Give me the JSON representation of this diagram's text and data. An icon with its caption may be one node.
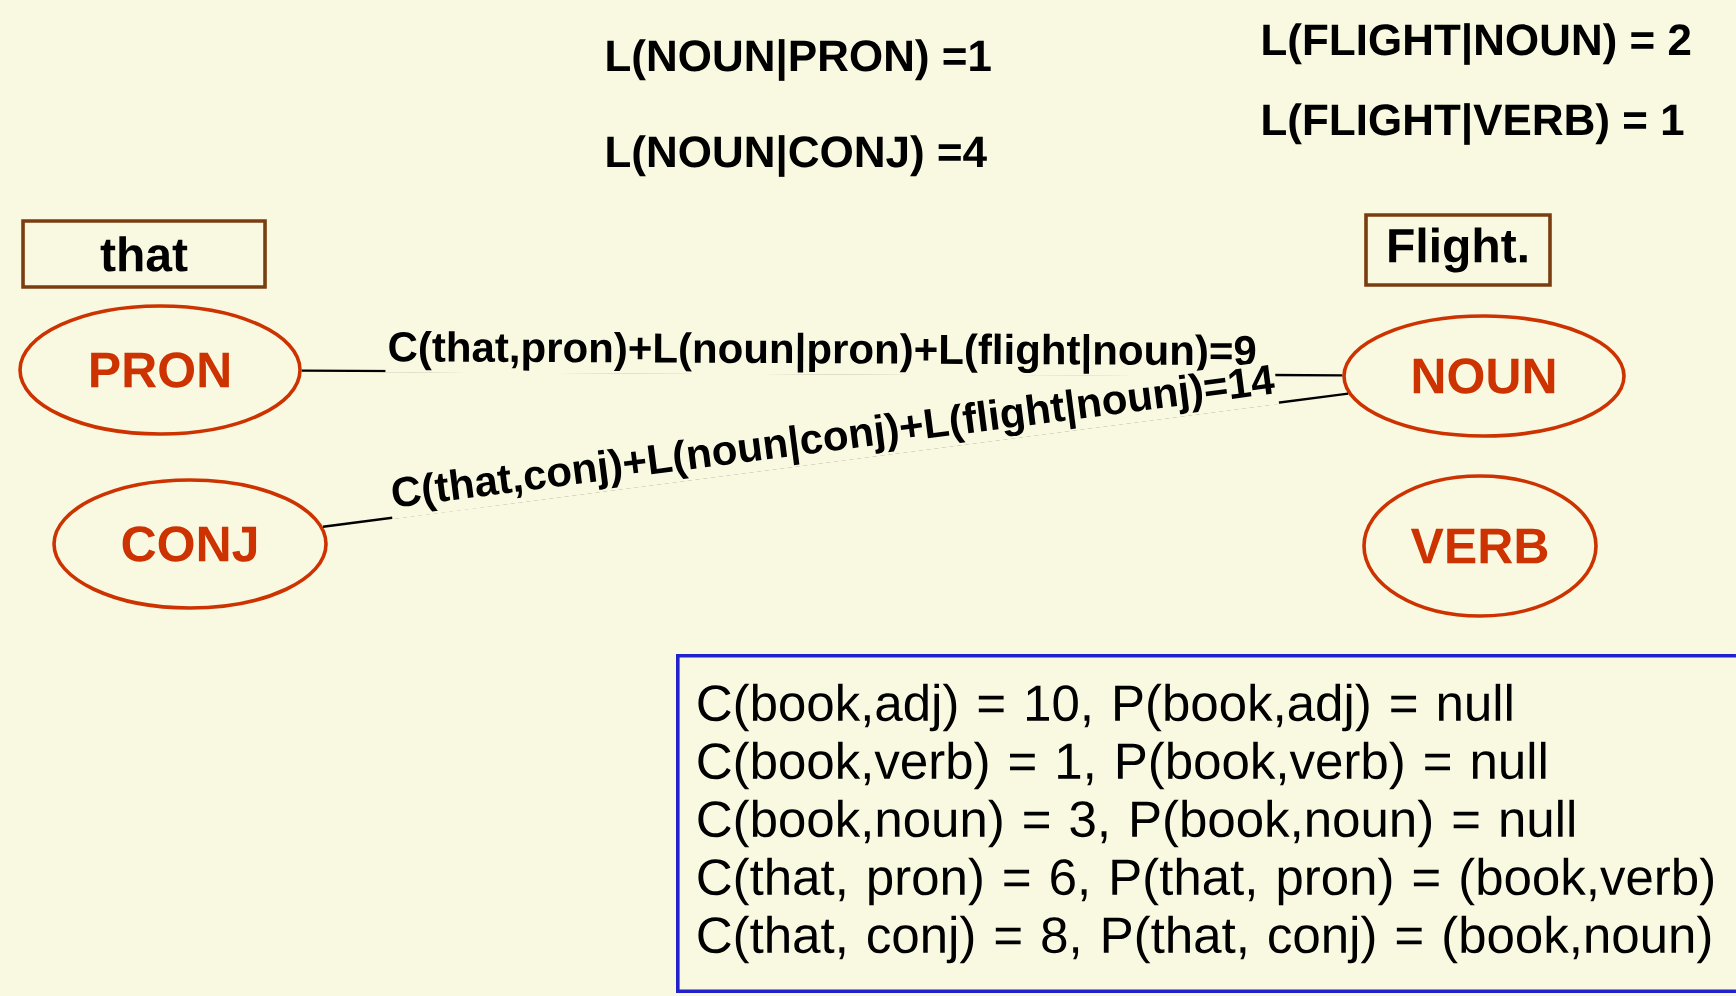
{
  "diagram": {
    "nodes": [
      {
        "text": [
          "that"
        ]
      },
      {
        "text": [
          "Flight."
        ]
      },
      {
        "text": [
          "PRON"
        ]
      },
      {
        "text": [
          "CONJ"
        ]
      },
      {
        "text": [
          "NOUN"
        ]
      },
      {
        "text": [
          "VERB"
        ]
      },
      {
        "text": [
          "C(book,adj) = 10, P(book,adj) = null",
          "C(book,verb) = 1, P(book,verb) = null",
          "C(book,noun) = 3, P(book,noun) = null",
          "C(that, pron) = 6, P(that, pron) = (book,verb)",
          "C(that, conj) = 8, P(that, conj) = (book,noun)"
        ]
      }
    ],
    "edges": [
      {
        "from": 2,
        "to": 4,
        "arrow": "none",
        "label": "C(that,pron)+L(noun|pron)+L(flight|noun)=9"
      },
      {
        "from": 3,
        "to": 4,
        "arrow": "none",
        "label": "C(that,conj)+L(noun|conj)+L(flight|nounj)=14"
      }
    ],
    "labels": [
      "L(FLIGHT|NOUN) = 2",
      "L(NOUN|PRON) =1",
      "L(FLIGHT|VERB) = 1",
      "L(NOUN|CONJ) =4"
    ]
  }
}
